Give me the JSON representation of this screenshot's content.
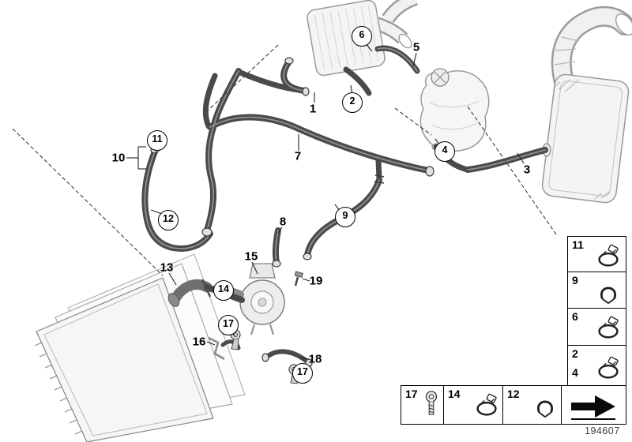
{
  "figure": {
    "plate_number": "194607"
  },
  "colors": {
    "hose": "#4a4a4a",
    "component_outline": "#9a9a9a",
    "callout": "#000000"
  },
  "callouts": [
    {
      "label": "6",
      "style": "balloon"
    },
    {
      "label": "2",
      "style": "balloon"
    },
    {
      "label": "4",
      "style": "balloon"
    },
    {
      "label": "11",
      "style": "balloon"
    },
    {
      "label": "12",
      "style": "balloon"
    },
    {
      "label": "9",
      "style": "balloon"
    },
    {
      "label": "14",
      "style": "balloon"
    },
    {
      "label": "17",
      "style": "balloon"
    },
    {
      "label": "17",
      "style": "balloon"
    },
    {
      "label": "5",
      "style": "plain"
    },
    {
      "label": "1",
      "style": "plain"
    },
    {
      "label": "3",
      "style": "plain"
    },
    {
      "label": "10",
      "style": "plain"
    },
    {
      "label": "7",
      "style": "plain"
    },
    {
      "label": "8",
      "style": "plain"
    },
    {
      "label": "13",
      "style": "plain"
    },
    {
      "label": "15",
      "style": "plain"
    },
    {
      "label": "19",
      "style": "plain"
    },
    {
      "label": "16",
      "style": "plain"
    },
    {
      "label": "18",
      "style": "plain"
    }
  ],
  "legend_right": [
    {
      "labels": [
        "11"
      ],
      "icon": "hose-clamp"
    },
    {
      "labels": [
        "9"
      ],
      "icon": "spring-clip"
    },
    {
      "labels": [
        "6"
      ],
      "icon": "hose-clamp"
    },
    {
      "labels": [
        "2",
        "4"
      ],
      "icon": "hose-clamp"
    }
  ],
  "legend_bottom": [
    {
      "labels": [
        "17"
      ],
      "icon": "screw"
    },
    {
      "labels": [
        "14"
      ],
      "icon": "hose-clamp"
    },
    {
      "labels": [
        "12"
      ],
      "icon": "spring-clip"
    },
    {
      "labels": [],
      "icon": "direction-arrow"
    }
  ]
}
